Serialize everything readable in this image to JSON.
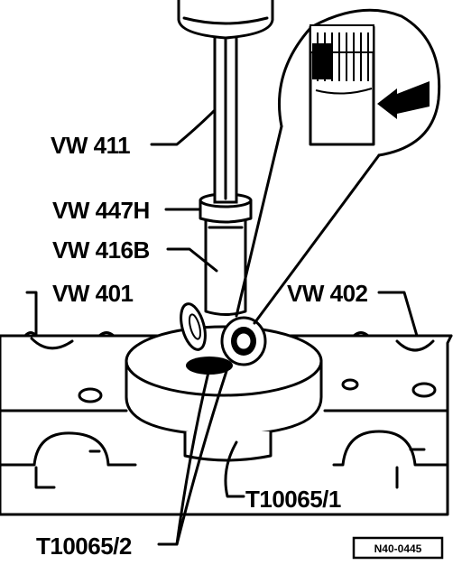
{
  "labels": {
    "vw411": "VW 411",
    "vw447h": "VW 447H",
    "vw416b": "VW 416B",
    "vw401": "VW 401",
    "vw402": "VW 402",
    "t10065_1": "T10065/1",
    "t10065_2": "T10065/2"
  },
  "figure_ref": "N40-0445",
  "colors": {
    "ink": "#000000",
    "paper": "#ffffff"
  }
}
